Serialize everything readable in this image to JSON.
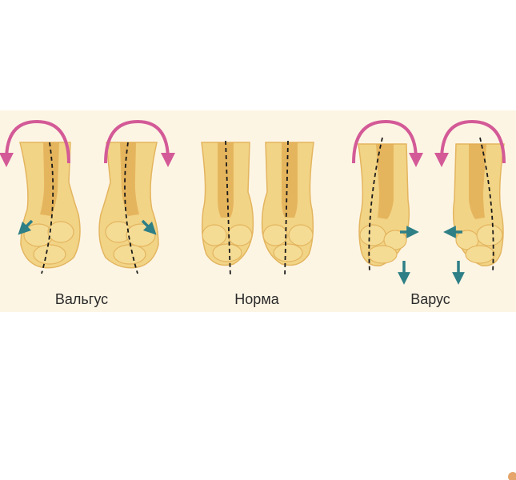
{
  "labels": {
    "valgus": "Вальгус",
    "norm": "Норма",
    "varus": "Варус"
  },
  "colors": {
    "band_bg": "#fdf5e4",
    "bone_fill": "#f2d486",
    "bone_stroke": "#e3b55f",
    "bone_inner": "#e0a84c",
    "axis_line": "#1a1a1a",
    "rotation_arrow": "#d35a97",
    "shift_arrow": "#2e7f86",
    "corner_dot": "#e5a56b"
  },
  "icons": {
    "rotation": "curved-arrow-icon",
    "shift": "straight-arrow-icon",
    "axis": "dashed-line"
  }
}
